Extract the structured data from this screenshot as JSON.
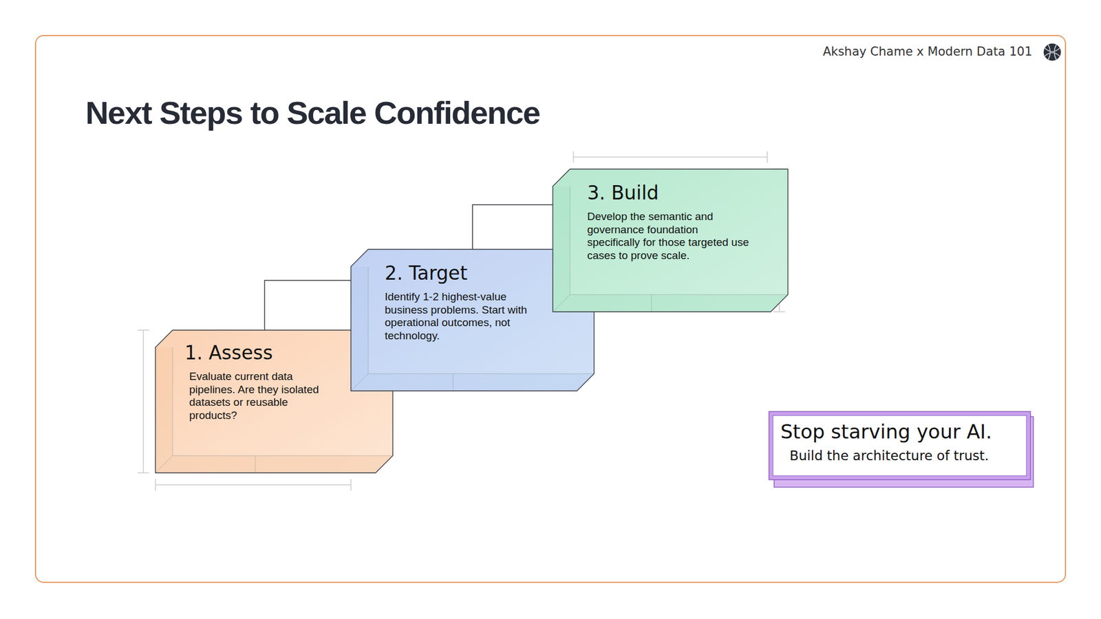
{
  "diagram": {
    "title": "Next Steps to Scale Confidence",
    "nodes": [
      {
        "text": [
          "1. Assess",
          "Evaluate current data pipelines. Are they isolated datasets or reusable products?"
        ]
      },
      {
        "text": [
          "2. Target",
          "Identify 1-2 highest-value business problems. Start with operational outcomes, not technology."
        ]
      },
      {
        "text": [
          "3. Build",
          "Develop the semantic and governance foundation specifically for those targeted use cases to prove scale."
        ]
      },
      {
        "text": [
          "Stop starving your AI.",
          "Build the architecture of trust."
        ]
      }
    ],
    "edges": [
      {
        "from": 0,
        "to": 1,
        "arrow": "none"
      },
      {
        "from": 1,
        "to": 2,
        "arrow": "none"
      }
    ],
    "labels": [
      "Akshay Chame x Modern Data 101"
    ]
  }
}
